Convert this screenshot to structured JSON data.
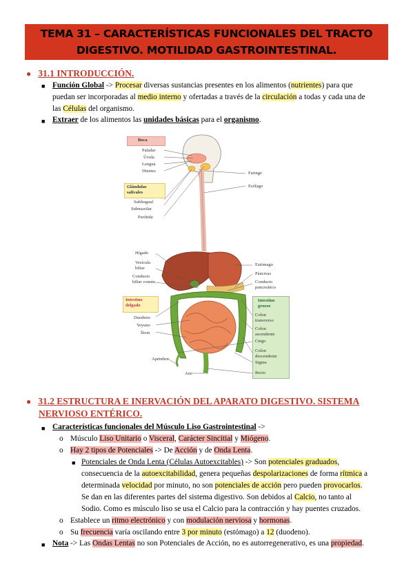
{
  "title": {
    "line1": "TEMA 31 – CARACTERÍSTICAS FUNCIONALES DEL TRACTO",
    "line2": "DIGESTIVO. MOTILIDAD GASTROINTESTINAL."
  },
  "section1": {
    "heading": "31.1 INTRODUCCIÓN.",
    "b1": {
      "t1": "Función Global",
      "t2": " -> ",
      "t3": "Procesar",
      "t4": " diversas sustancias presentes en los alimentos (",
      "t5": "nutrientes",
      "t6": ") para que",
      "t7": "puedan ser incorporadas al ",
      "t8": "medio interno",
      "t9": " y ofertadas a través de la ",
      "t10": "circulación",
      "t11": " a todas y cada una de",
      "t12": "las ",
      "t13": "Células",
      "t14": " del organismo."
    },
    "b2": {
      "t1": "Extraer",
      "t2": " de los alimentos las ",
      "t3": "unidades básicas",
      "t4": " para el ",
      "t5": "organismo",
      "t6": "."
    }
  },
  "diagram": {
    "boca": "Boca",
    "paladar": "Paladar",
    "uvula": "Úvula",
    "lengua": "Lengua",
    "dientes": "Dientes",
    "glandulas": "Glándulas salivales",
    "sublingual": "Sublingual",
    "submaxilar": "Submaxilar",
    "parotida": "Parótida",
    "faringe": "Faringe",
    "esofago": "Esófago",
    "higado": "Hígado",
    "vesicula": "Vesícula biliar",
    "conducto_biliar": "Conducto biliar común",
    "intestino_delgado": "Intestino delgado",
    "duodeno": "Duodeno",
    "yeyuno": "Yeyuno",
    "ileon": "Íleon",
    "apendice": "Apéndice",
    "ano": "Ano",
    "estomago": "Estómago",
    "pancreas": "Páncreas",
    "conducto_pancreatico": "Conducto pancreático",
    "intestino_grueso": "Intestino grueso",
    "colon_transverso": "Colon transverso",
    "colon_ascendente": "Colon ascendente",
    "ciego": "Ciego",
    "colon_descendente": "Colon descendente",
    "sigma": "Sigma",
    "recto": "Recto"
  },
  "section2": {
    "heading1": "31.2 ESTRUCTURA E INERVACIÓN DEL APARATO DIGESTIVO. SISTEMA",
    "heading2": "NERVIOSO ENTÉRICO.",
    "b1": "Características funcionales del Músculo Liso Gastrointestinal",
    "b1arrow": " ->",
    "o1": {
      "t1": "Músculo ",
      "t2": "Liso Unitario",
      "t3": " o ",
      "t4": "Visceral",
      "t5": ", ",
      "t6": "Carácter Sincitial",
      "t7": " y ",
      "t8": "Miógeno",
      "t9": "."
    },
    "o2": {
      "t1": "Hay 2 tipos de Potenciales",
      "t2": " -> De ",
      "t3": "Acción",
      "t4": " y de ",
      "t5": "Onda Lenta",
      "t6": "."
    },
    "sub": {
      "l1a": "Potenciales de Onda Lenta (Células Autoexcitables)",
      "l1b": " -> Son ",
      "l1c": "potenciales graduados",
      "l1d": ",",
      "l2a": "consecuencia de la ",
      "l2b": "autoexcitabilidad",
      "l2c": ", genera pequeñas ",
      "l2d": "despolarizaciones",
      "l2e": " de forma ",
      "l2f": "rítmica",
      "l2g": " a",
      "l3a": "determinada ",
      "l3b": "velocidad",
      "l3c": " por minuto, no son ",
      "l3d": "potenciales de acción",
      "l3e": " pero pueden ",
      "l3f": "provocarlos",
      "l3g": ".",
      "l4a": "Se dan en las diferentes partes del sistema digestivo. Son debidos al ",
      "l4b": "Calcio",
      "l4c": ", no tanto al",
      "l5": "Sodio. Como es músculo liso se usa el Calcio para la contracción y hay puentes cruzados."
    },
    "o3": {
      "t1": "Establece un ",
      "t2": "ritmo electrónico",
      "t3": " y con ",
      "t4": "modulación nerviosa",
      "t5": " y ",
      "t6": "hormonas",
      "t7": "."
    },
    "o4": {
      "t1": "Su ",
      "t2": "frecuencia",
      "t3": " varía oscilando entre ",
      "t4": "3 por minuto",
      "t5": " (estómago) a ",
      "t6": "12",
      "t7": " (duodeno)."
    },
    "nota": {
      "t1": "Nota",
      "t2": " -> Las ",
      "t3": "Ondas Lentas",
      "t4": " no son Potenciales de Acción, no es autorregenerativo, es una ",
      "t5": "propiedad",
      "t6": "."
    }
  }
}
